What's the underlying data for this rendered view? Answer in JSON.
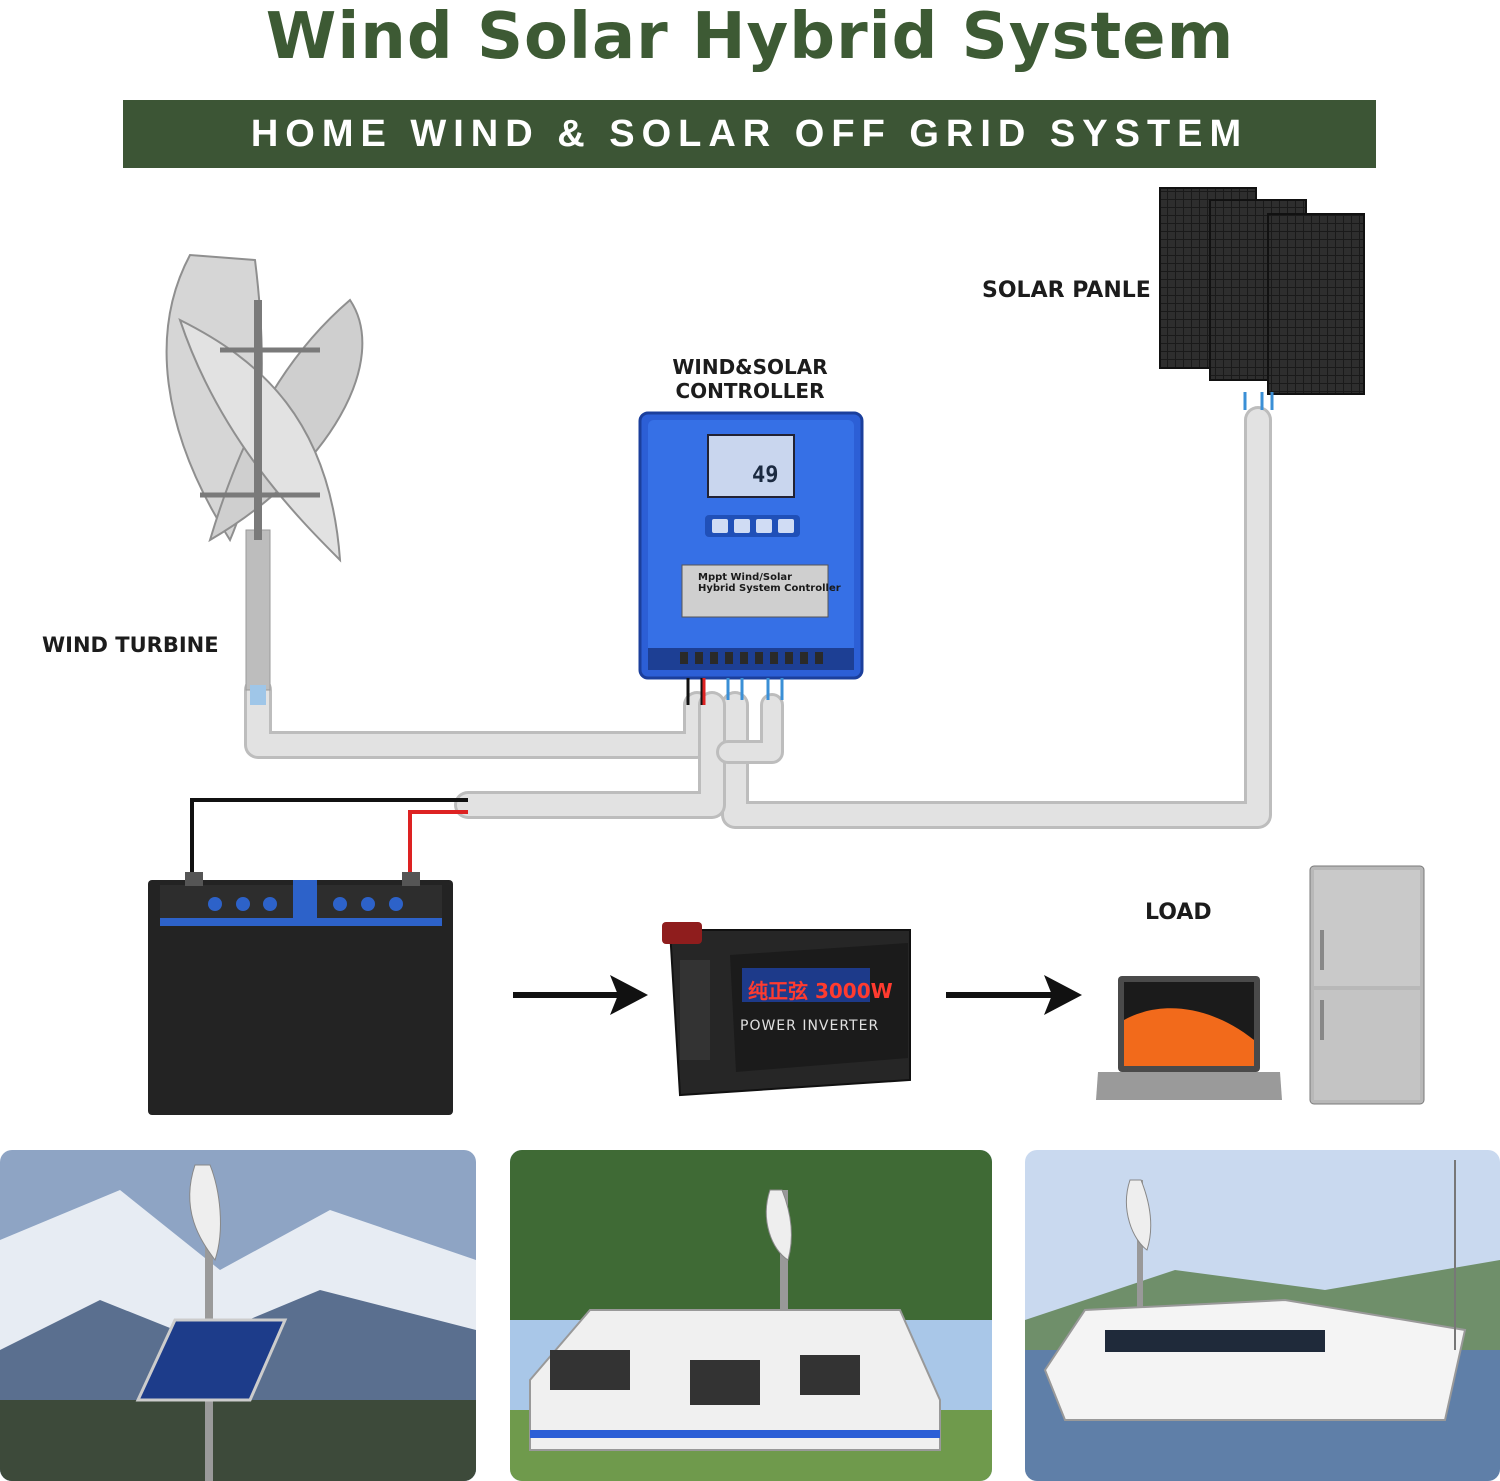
{
  "header": {
    "title": "Wind Solar Hybrid System",
    "subtitle": "HOME WIND & SOLAR OFF GRID SYSTEM"
  },
  "components": {
    "solar_label": "SOLAR PANLE",
    "controller_label_line1": "WIND&SOLAR",
    "controller_label_line2": "CONTROLLER",
    "wind_label": "WIND TURBINE",
    "load_label": "LOAD"
  },
  "controller_device": {
    "lcd_value": "49",
    "plate_line1": "Mppt Wind/Solar",
    "plate_line2": "Hybrid System Controller"
  },
  "inverter_device": {
    "brand_text": "纯正弦 3000W",
    "model_text": "POWER INVERTER"
  },
  "colors": {
    "title_green": "#3d5a34",
    "banner_green": "#3c5535",
    "controller_blue": "#2c5fd6",
    "cable_grey": "#d9d9d9"
  },
  "scenes": [
    "snowy-mountain-installation",
    "camper-trailer-installation",
    "yacht-installation"
  ]
}
